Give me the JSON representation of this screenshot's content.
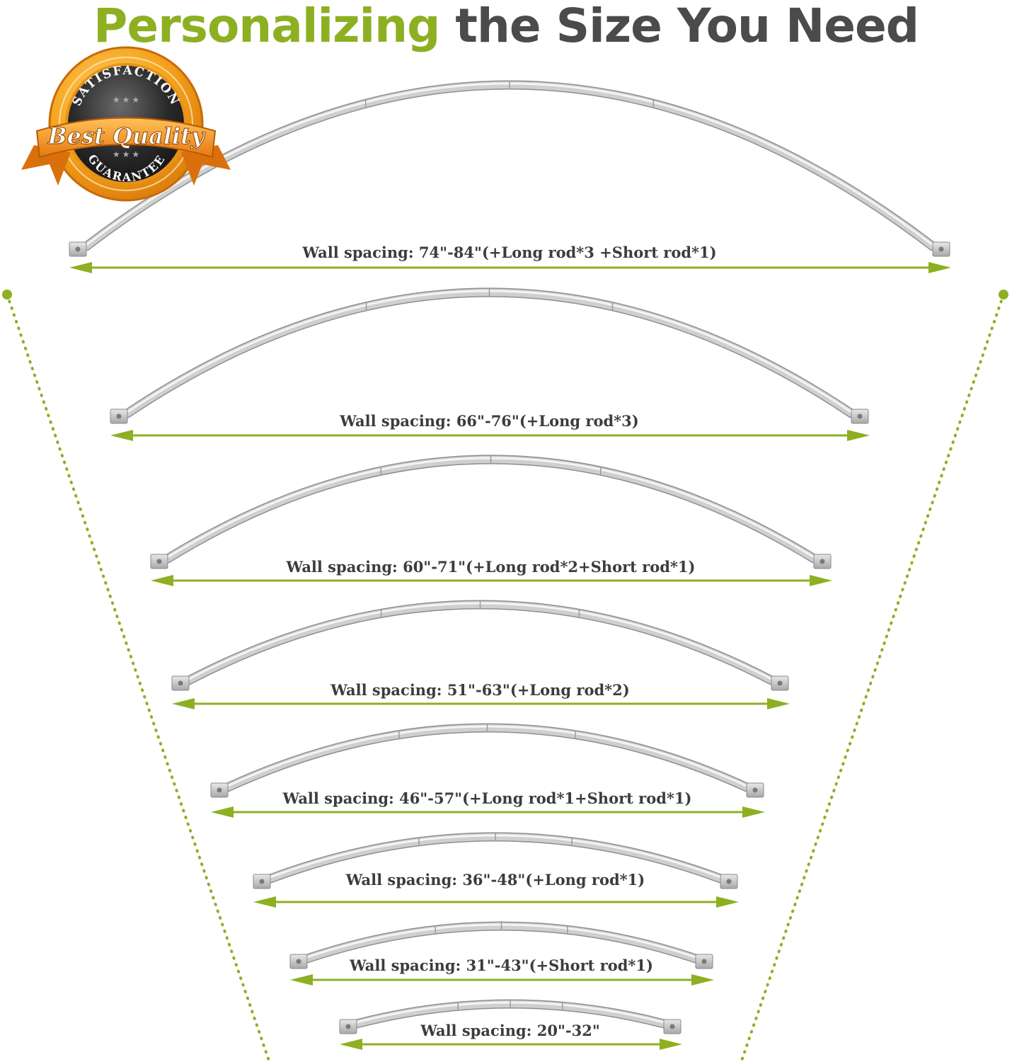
{
  "title": {
    "accent": "Personalizing",
    "rest": " the Size You Need"
  },
  "badge": {
    "top_arc": "SATISFACTION",
    "ribbon": "Best Quality",
    "bottom_arc": "GUARANTEE"
  },
  "rods": [
    {
      "label": "Wall spacing: 74\"-84\"(+Long rod*3 +Short rod*1)"
    },
    {
      "label": "Wall spacing: 66\"-76\"(+Long rod*3)"
    },
    {
      "label": "Wall spacing: 60\"-71\"(+Long rod*2+Short rod*1)"
    },
    {
      "label": "Wall spacing: 51\"-63\"(+Long rod*2)"
    },
    {
      "label": "Wall spacing: 46\"-57\"(+Long rod*1+Short rod*1)"
    },
    {
      "label": "Wall spacing: 36\"-48\"(+Long rod*1)"
    },
    {
      "label": "Wall spacing: 31\"-43\"(+Short rod*1)"
    },
    {
      "label": "Wall spacing: 20\"-32\""
    }
  ],
  "colors": {
    "accent": "#8db022",
    "rod": "#c4c4c4",
    "text": "#3c3c3c",
    "badge_orange": "#f4a21c"
  }
}
